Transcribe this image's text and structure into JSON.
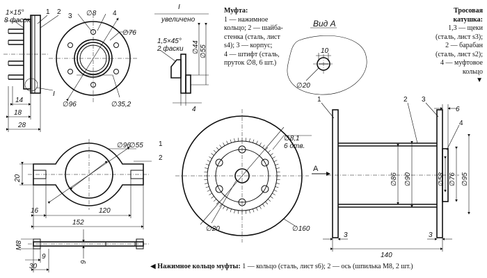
{
  "legend_coupling": {
    "title": "Муфта:",
    "lines": [
      "1 — нажимное",
      "кольцо; 2 — шайба-",
      "стенка (сталь, лист",
      "s4); 3 — корпус;",
      "4 — штифт (сталь,",
      "пруток ∅8, 6 шт.)"
    ]
  },
  "legend_spool": {
    "title": "Тросовая",
    "title2": "катушка:",
    "lines": [
      "1,3 — щеки",
      "(сталь, лист s3);",
      "2 — барабан",
      "(сталь, лист s2);",
      "4 — муфтовое",
      "кольцо"
    ]
  },
  "legend_ring": {
    "title": "Нажимное кольцо муфты:",
    "text": "1 — кольцо (сталь, лист s6); 2 — ось (шпилька M8,  2 шт.)"
  },
  "detail_label": {
    "numeral": "I",
    "subtitle": "увеличено"
  },
  "view_a": {
    "title": "Вид А",
    "dim_10": "10",
    "dim_20": "∅20"
  },
  "labels": {
    "chamfer_1": "1×15°",
    "chamfer_1b": "8 фасок",
    "chamfer_2": "1,5×45°",
    "chamfer_2b": "2 фаски",
    "d8": "∅8",
    "d76": "∅76",
    "d96": "∅96",
    "d35": "∅35,2",
    "d44": "∅44",
    "d55": "∅55",
    "l14": "14",
    "l18": "18",
    "l28": "28",
    "l4": "4",
    "I_mark": "I",
    "ring_d96": "∅96",
    "ring_d55": "∅55",
    "ring_20": "20",
    "ring_16": "16",
    "ring_120": "120",
    "ring_152": "152",
    "m8": "M8",
    "r9": "9",
    "r30": "30",
    "r6": "6",
    "disc_d81": "∅8,1",
    "disc_holes": "6 отв.",
    "disc_d20": "∅20",
    "disc_d160": "∅160",
    "arrow_a": "A",
    "sp_d86": "∅86",
    "sp_d90": "∅90",
    "sp_d58": "∅58",
    "sp_d76": "∅76",
    "sp_d95": "∅95",
    "sp_140": "140",
    "sp_3a": "3",
    "sp_3b": "3",
    "sp_6": "6"
  },
  "callouts": {
    "c1": "1",
    "c2": "2",
    "c3": "3",
    "c4": "4",
    "r1": "1",
    "r2": "2",
    "s1": "1",
    "s2": "2",
    "s3": "3",
    "s4": "4"
  }
}
